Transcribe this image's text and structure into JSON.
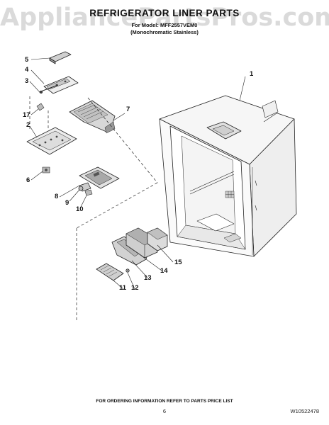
{
  "watermark": "AppliancePartsPros.com",
  "header": {
    "title": "REFRIGERATOR LINER PARTS",
    "model_line": "For Model: MFF2557VEM0",
    "finish_line": "(Monochromatic Stainless)"
  },
  "callouts": [
    "1",
    "2",
    "3",
    "4",
    "5",
    "6",
    "7",
    "8",
    "9",
    "10",
    "11",
    "12",
    "13",
    "14",
    "15",
    "17"
  ],
  "footer": {
    "ordering_info": "FOR ORDERING INFORMATION REFER TO PARTS PRICE LIST",
    "page_number": "6",
    "document_number": "W10522478"
  },
  "colors": {
    "line": "#222222",
    "fill_light": "#f2f2f2",
    "fill_mid": "#d6d6d6",
    "fill_dark": "#8a8a8a",
    "watermark": "#dadada"
  }
}
